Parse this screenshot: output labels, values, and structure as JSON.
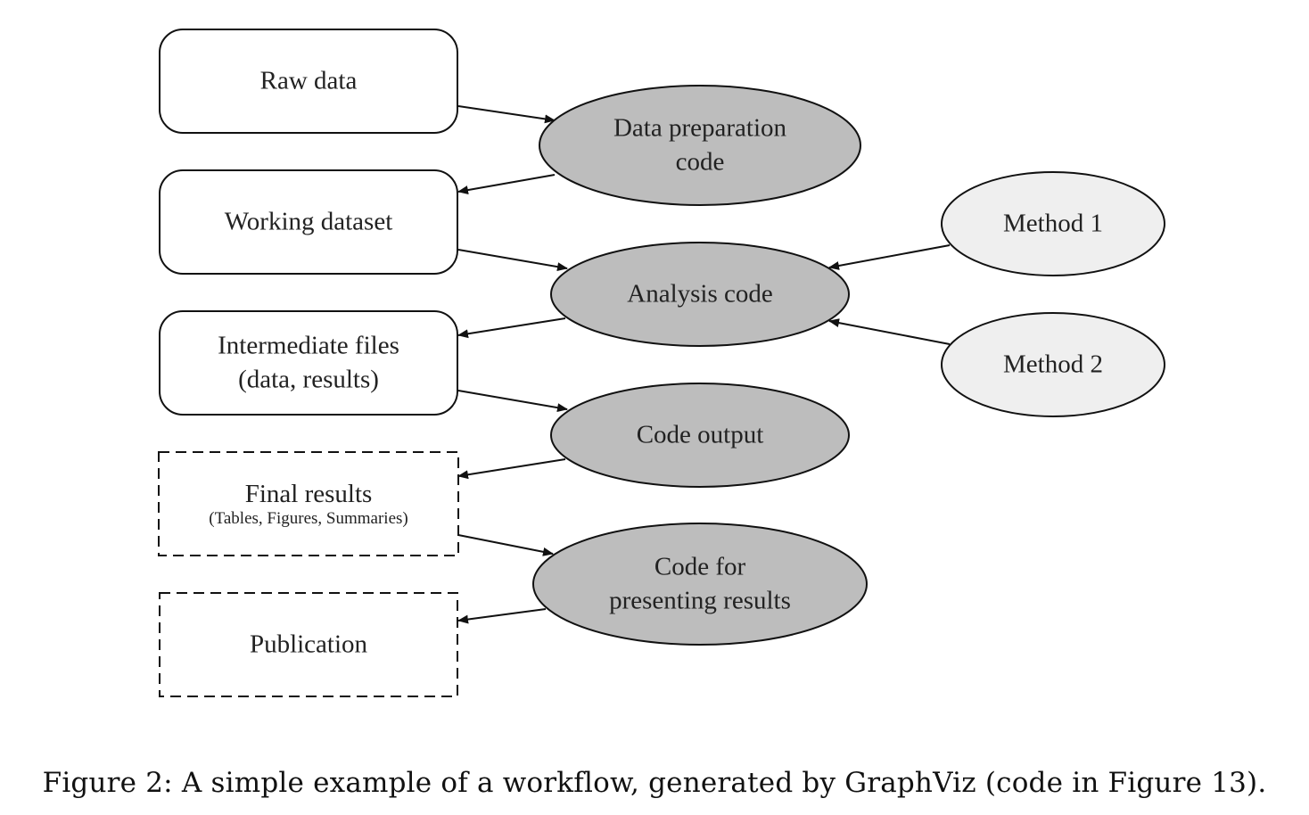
{
  "diagram": {
    "nodes": [
      {
        "id": "raw_data",
        "shape": "rounded-box",
        "style": "solid",
        "lines": [
          "Raw data"
        ]
      },
      {
        "id": "working_dataset",
        "shape": "rounded-box",
        "style": "solid",
        "lines": [
          "Working dataset"
        ]
      },
      {
        "id": "intermediate_files",
        "shape": "rounded-box",
        "style": "solid",
        "lines": [
          "Intermediate files",
          "(data, results)"
        ]
      },
      {
        "id": "final_results",
        "shape": "box",
        "style": "dashed",
        "lines": [
          "Final results"
        ],
        "sublabel": "(Tables, Figures, Summaries)"
      },
      {
        "id": "publication",
        "shape": "box",
        "style": "dashed",
        "lines": [
          "Publication"
        ]
      },
      {
        "id": "data_prep_code",
        "shape": "ellipse",
        "fill": "#bdbdbd",
        "lines": [
          "Data preparation",
          "code"
        ]
      },
      {
        "id": "analysis_code",
        "shape": "ellipse",
        "fill": "#bdbdbd",
        "lines": [
          "Analysis code"
        ]
      },
      {
        "id": "code_output",
        "shape": "ellipse",
        "fill": "#bdbdbd",
        "lines": [
          "Code output"
        ]
      },
      {
        "id": "code_presenting",
        "shape": "ellipse",
        "fill": "#bdbdbd",
        "lines": [
          "Code for",
          "presenting results"
        ]
      },
      {
        "id": "method1",
        "shape": "ellipse",
        "fill": "#efefef",
        "lines": [
          "Method 1"
        ]
      },
      {
        "id": "method2",
        "shape": "ellipse",
        "fill": "#efefef",
        "lines": [
          "Method 2"
        ]
      }
    ],
    "edges": [
      {
        "from": "raw_data",
        "to": "data_prep_code"
      },
      {
        "from": "data_prep_code",
        "to": "working_dataset"
      },
      {
        "from": "working_dataset",
        "to": "analysis_code"
      },
      {
        "from": "method1",
        "to": "analysis_code"
      },
      {
        "from": "method2",
        "to": "analysis_code"
      },
      {
        "from": "analysis_code",
        "to": "intermediate_files"
      },
      {
        "from": "intermediate_files",
        "to": "code_output"
      },
      {
        "from": "code_output",
        "to": "final_results"
      },
      {
        "from": "final_results",
        "to": "code_presenting"
      },
      {
        "from": "code_presenting",
        "to": "publication"
      }
    ]
  },
  "caption": "Figure 2: A simple example of a workflow, generated by GraphViz (code in Figure 13)."
}
